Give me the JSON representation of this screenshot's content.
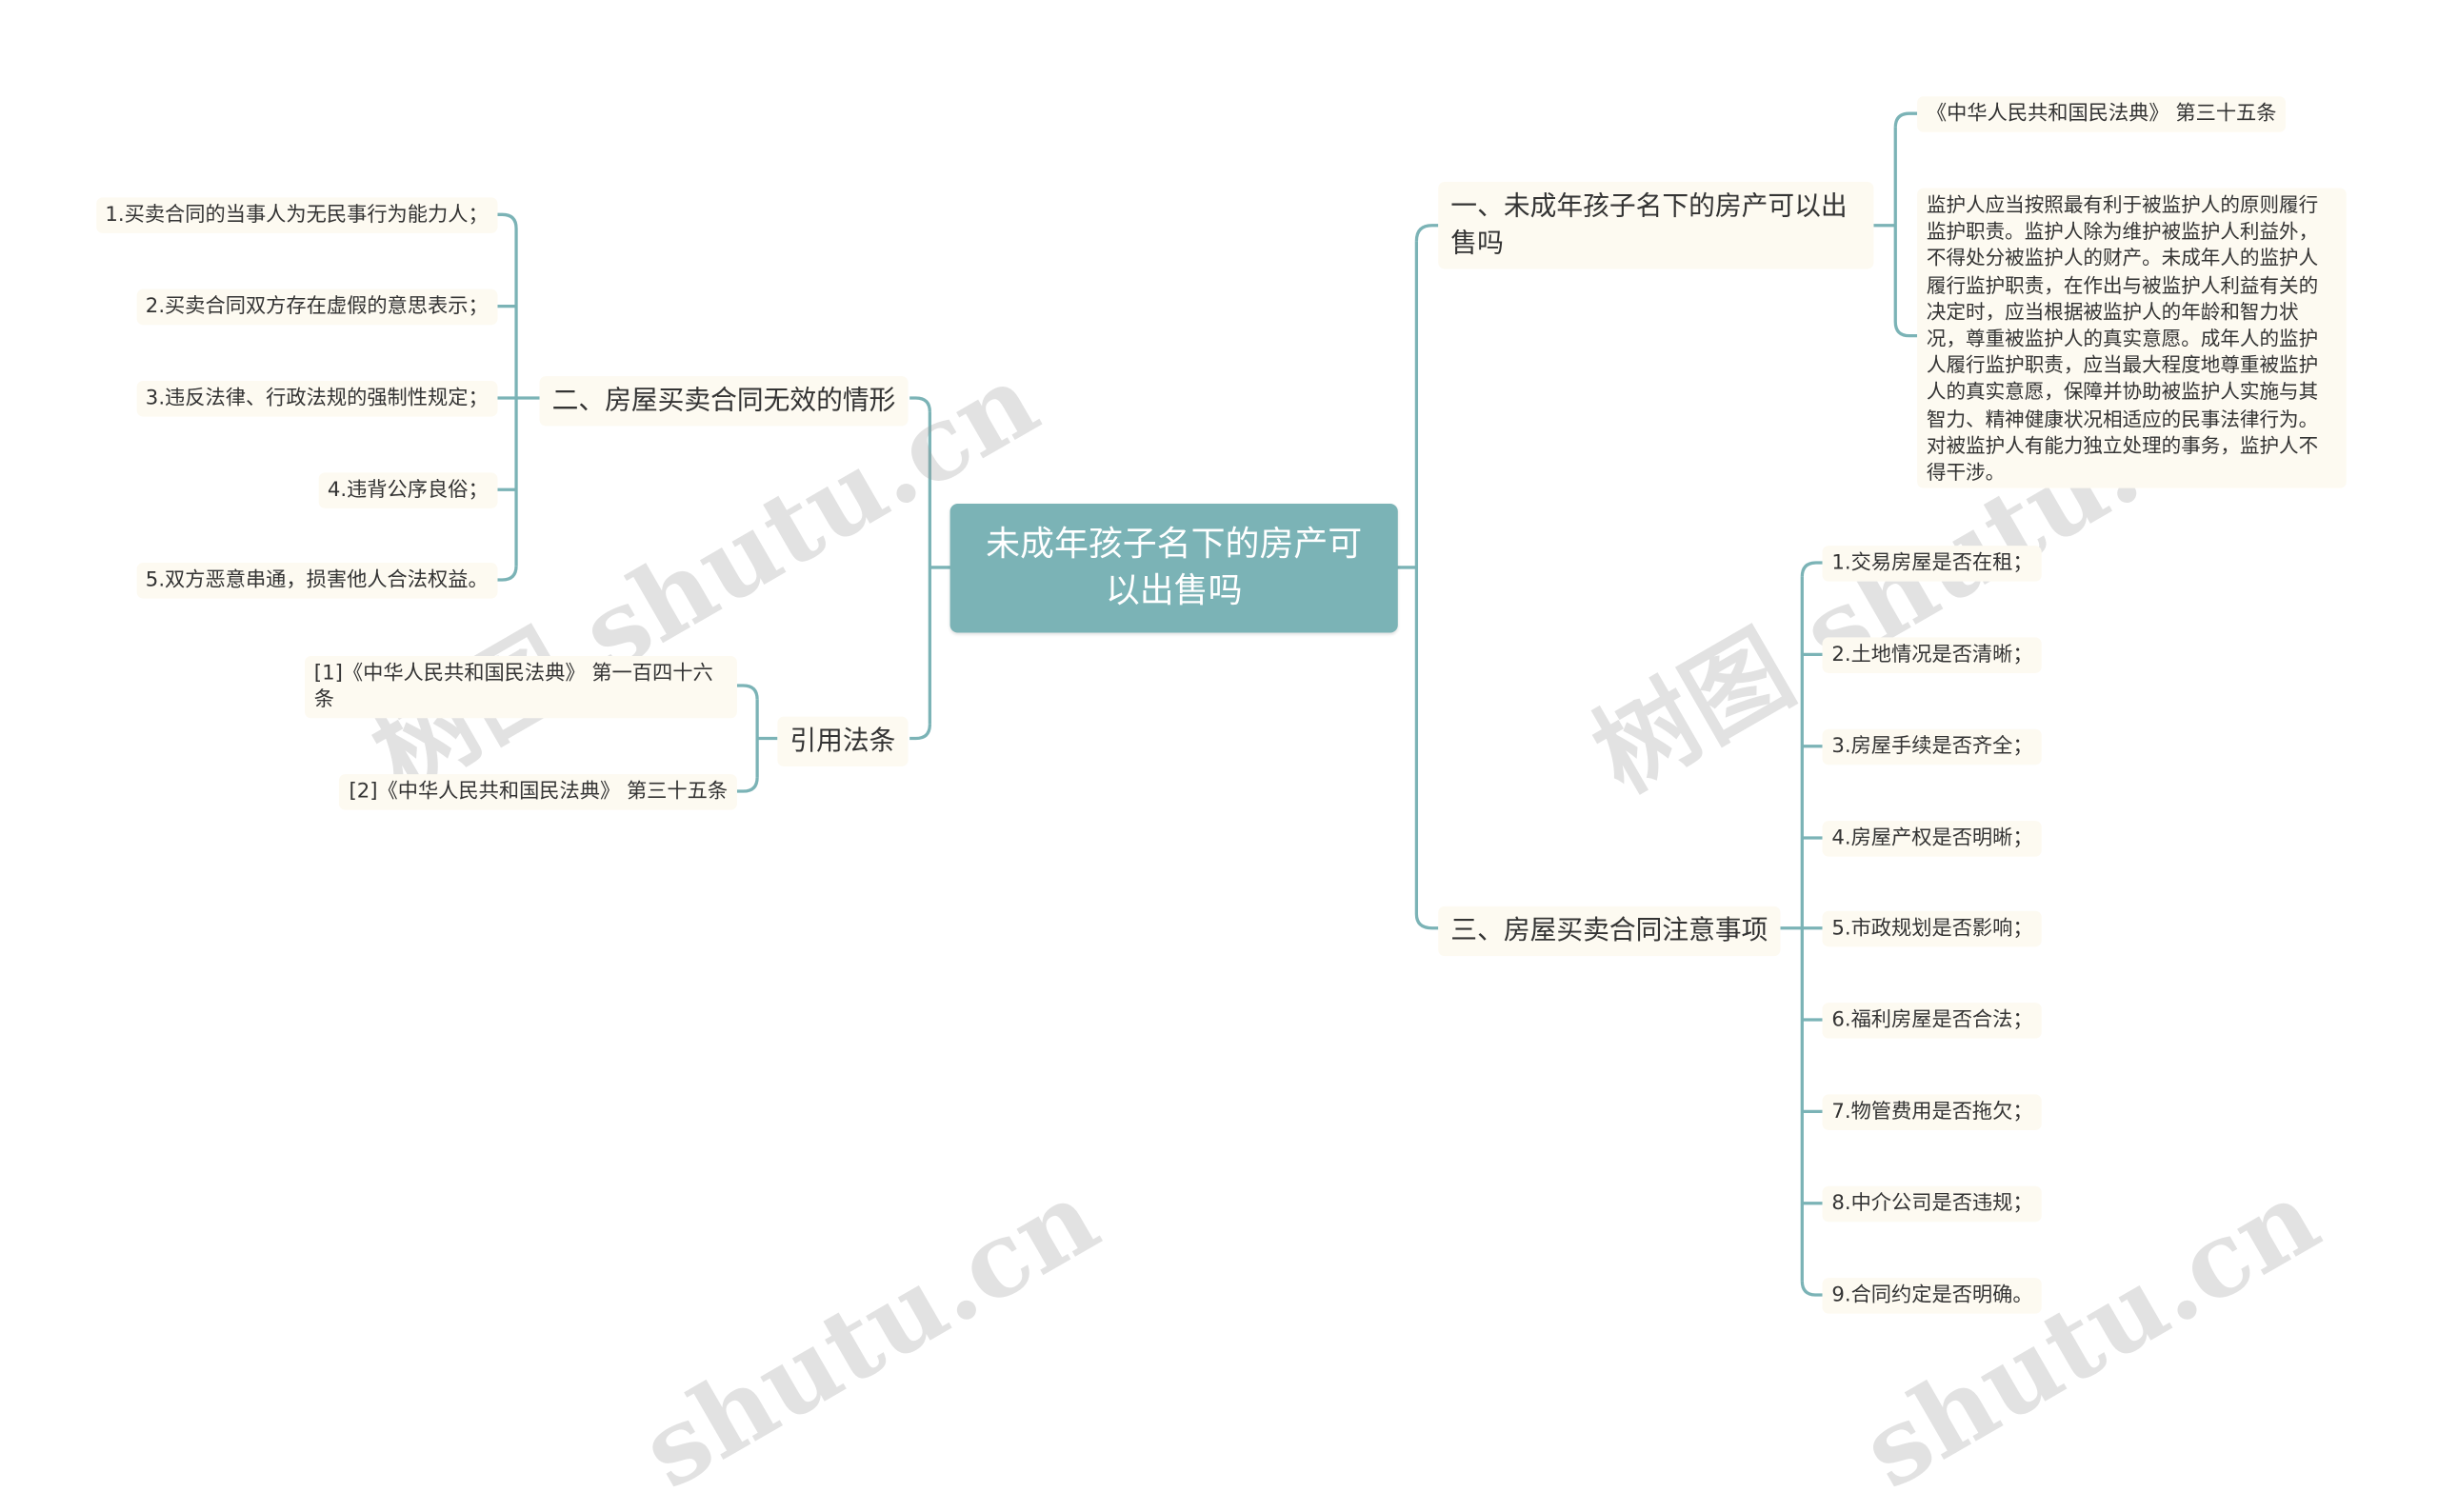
{
  "root": {
    "label": "未成年孩子名下的房产可以出售吗"
  },
  "branches": {
    "b1": {
      "label": "一、未成年孩子名下的房产可以出售吗"
    },
    "b2": {
      "label": "二、房屋买卖合同无效的情形"
    },
    "b3": {
      "label": "三、房屋买卖合同注意事项"
    },
    "b4": {
      "label": "引用法条"
    }
  },
  "b1_children": [
    "《中华人民共和国民法典》 第三十五条",
    "监护人应当按照最有利于被监护人的原则履行监护职责。监护人除为维护被监护人利益外，不得处分被监护人的财产。未成年人的监护人履行监护职责，在作出与被监护人利益有关的决定时，应当根据被监护人的年龄和智力状况，尊重被监护人的真实意愿。成年人的监护人履行监护职责，应当最大程度地尊重被监护人的真实意愿，保障并协助被监护人实施与其智力、精神健康状况相适应的民事法律行为。对被监护人有能力独立处理的事务，监护人不得干涉。"
  ],
  "b2_children": [
    "1.买卖合同的当事人为无民事行为能力人；",
    "2.买卖合同双方存在虚假的意思表示；",
    "3.违反法律、行政法规的强制性规定；",
    "4.违背公序良俗；",
    "5.双方恶意串通，损害他人合法权益。"
  ],
  "b3_children": [
    "1.交易房屋是否在租；",
    "2.土地情况是否清晰；",
    "3.房屋手续是否齐全；",
    "4.房屋产权是否明晰；",
    "5.市政规划是否影响；",
    "6.福利房屋是否合法；",
    "7.物管费用是否拖欠；",
    "8.中介公司是否违规；",
    "9.合同约定是否明确。"
  ],
  "b4_children": [
    "[1]《中华人民共和国民法典》 第一百四十六条",
    "[2]《中华人民共和国民法典》 第三十五条"
  ],
  "watermark": {
    "text_a": "树图 shutu.cn",
    "text_b": "shutu.cn"
  },
  "colors": {
    "root_fill": "#7bb3b6",
    "line": "#7bb3b6",
    "node_fill": "#fdfaf1",
    "text": "#333333"
  }
}
